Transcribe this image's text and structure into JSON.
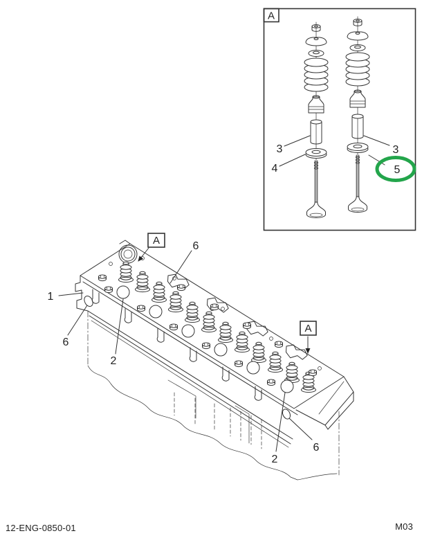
{
  "page": {
    "background": "#ffffff",
    "line_color": "#333333",
    "highlight_color": "#23a54b"
  },
  "footer": {
    "left": "12-ENG-0850-01",
    "right": "M03"
  },
  "inset": {
    "detail_label": "A",
    "callout_guide_left": "3",
    "callout_seat_left": "4",
    "callout_guide_right": "3",
    "callout_seat_right": "5"
  },
  "main": {
    "callout_head": "1",
    "callout_port_left": "2",
    "callout_port_right": "2",
    "callout_hole_left": "6",
    "callout_boss_top": "6",
    "callout_hole_right": "6",
    "detail_ref_top": "A",
    "detail_ref_right": "A"
  }
}
